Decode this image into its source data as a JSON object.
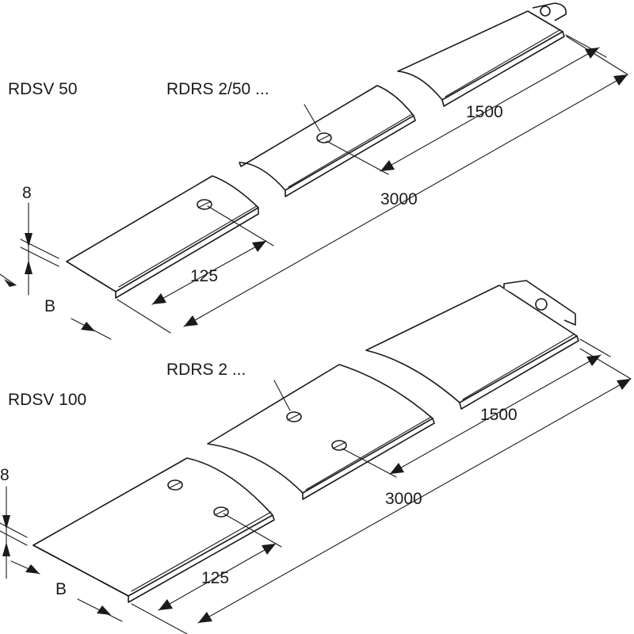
{
  "top": {
    "product": "RDSV 50",
    "connector": "RDRS 2/50 ...",
    "dim_height": "8",
    "dim_width": "B",
    "dim_pitch": "125",
    "dim_half": "1500",
    "dim_full": "3000"
  },
  "bottom": {
    "product": "RDSV 100",
    "connector": "RDRS 2 ...",
    "dim_height": "8",
    "dim_width": "B",
    "dim_pitch": "125",
    "dim_half": "1500",
    "dim_full": "3000"
  }
}
